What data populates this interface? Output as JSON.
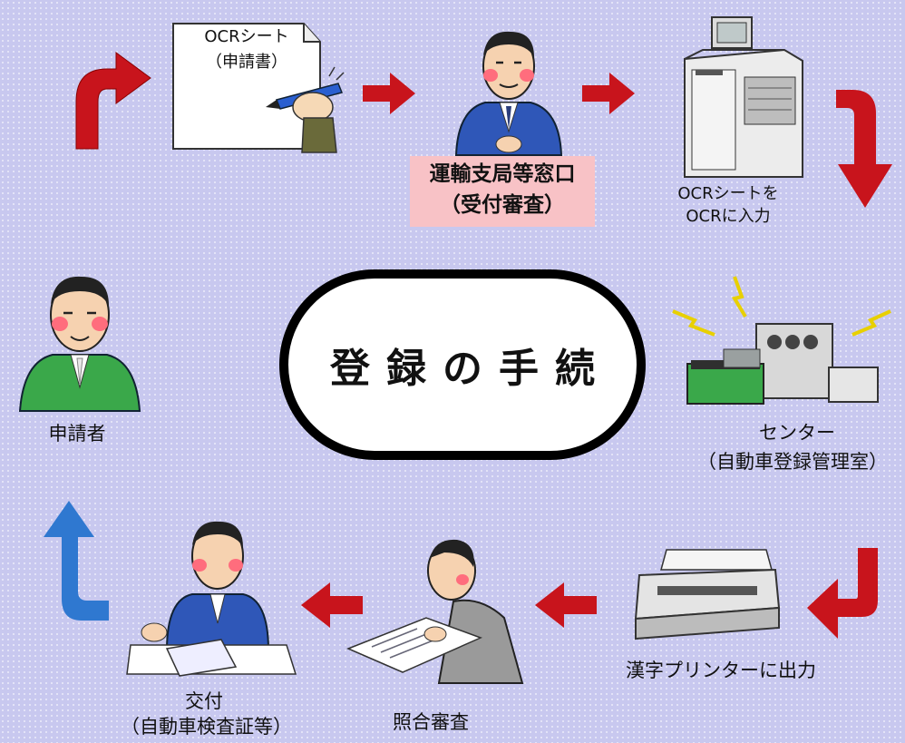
{
  "center_title": "登録の手続",
  "steps": {
    "ocr_sheet": {
      "line1": "OCRシート",
      "line2": "（申請書）"
    },
    "window": {
      "line1": "運輸支局等窓口",
      "line2": "（受付審査）"
    },
    "ocr_input": {
      "line1": "OCRシートを",
      "line2": "OCRに入力"
    },
    "center": {
      "line1": "センター",
      "line2": "（自動車登録管理室）"
    },
    "printer": {
      "label": "漢字プリンターに出力"
    },
    "check": {
      "label": "照合審査"
    },
    "delivery": {
      "line1": "交付",
      "line2": "（自動車検査証等）"
    },
    "applicant": {
      "label": "申請者"
    }
  },
  "colors": {
    "background": "#c8c8ef",
    "arrow_red": "#c8141c",
    "arrow_blue": "#2f78d0",
    "window_label_bg": "#f8c2c6",
    "suit_blue": "#2f57b8",
    "suit_green": "#3aa84a"
  },
  "icons": [
    "curved-arrow-up-icon",
    "arrow-right-icon",
    "arrow-left-icon",
    "curved-arrow-down-icon",
    "document-icon",
    "ocr-machine-icon",
    "computer-center-icon",
    "printer-icon",
    "clerk-figure",
    "applicant-figure"
  ]
}
